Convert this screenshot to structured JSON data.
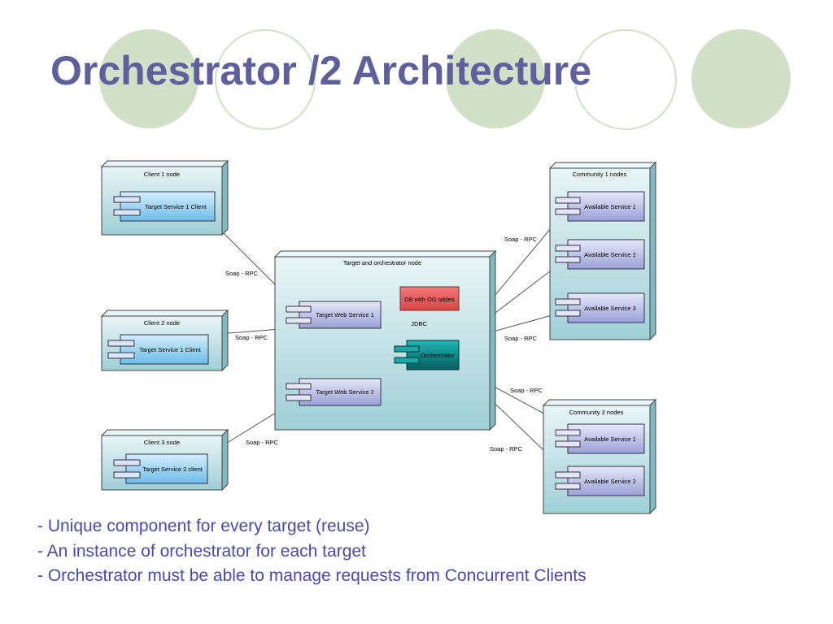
{
  "slide": {
    "title": "Orchestrator /2 Architecture",
    "bullets": [
      "- Unique component for every target (reuse)",
      "- An instance of orchestrator for each target",
      "- Orchestrator must be able to manage requests from Concurrent Clients"
    ]
  },
  "diagram": {
    "nodes": {
      "client1": {
        "label": "Client 1 node",
        "component": "Target Service 1 Client"
      },
      "client2": {
        "label": "Client 2 node",
        "component": "Target Service 1 Client"
      },
      "client3": {
        "label": "Client 3 node",
        "component": "Target Service 2 client"
      },
      "target": {
        "label": "Target and orchestrator node",
        "web_service_1": "Target Web Service 1",
        "web_service_2": "Target Web Service 2",
        "db": "DB with OG tables",
        "jdbc": "JDBC",
        "orchestrator": "Orchestrator"
      },
      "community1": {
        "label": "Community 1 nodes",
        "services": [
          "Available Service 1",
          "Available Service 2",
          "Available Service 3"
        ]
      },
      "community2": {
        "label": "Community 2 nodes",
        "services": [
          "Available Service 1",
          "Available Service 2"
        ]
      }
    },
    "connector_labels": {
      "client1_ws1": "Soap - RPC",
      "client2_ws1": "Soap - RPC",
      "client3_ws2": "Soap - RPC",
      "orch_comm1_top": "Soap - RPC",
      "orch_comm1_bottom": "Soap - RPC",
      "orch_comm2_top": "Soap - RPC",
      "orch_comm2_bottom": "Soap - RPC"
    }
  },
  "colors": {
    "title": "#5f5f9c",
    "bullets": "#4a4aa8",
    "decor_circles": "#d3e0c8",
    "node_fill": "#c2e0e4",
    "client_component": "#86c9ee",
    "service_component": "#b3b8e0",
    "db_fill": "#e05a5a",
    "orchestrator": "#0d8a8a"
  }
}
